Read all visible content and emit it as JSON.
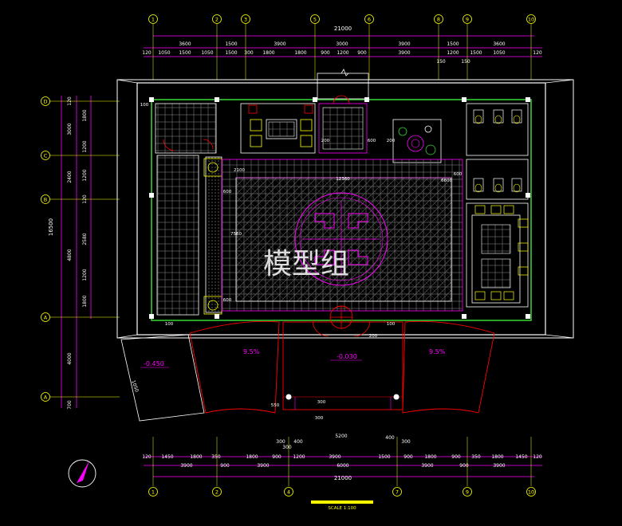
{
  "grid_top": [
    "1",
    "2",
    "3",
    "5",
    "6",
    "8",
    "9",
    "10"
  ],
  "grid_bottom": [
    "1",
    "2",
    "4",
    "7",
    "9",
    "10"
  ],
  "grid_left": [
    "D",
    "C",
    "B",
    "A",
    "A"
  ],
  "top_total": "21000",
  "top_row1": [
    "3600",
    "1500",
    "3900",
    "3000",
    "3900",
    "1500",
    "3600"
  ],
  "top_row2": [
    "120",
    "1050",
    "1500",
    "1050",
    "1500",
    "300",
    "1800",
    "1800",
    "900",
    "1200",
    "900",
    "3900",
    "1200",
    "1500",
    "1050",
    "120"
  ],
  "top_row2_extra": [
    "150",
    "150"
  ],
  "bottom_total": "21000",
  "bottom_row1": [
    "120",
    "1450",
    "1800",
    "350",
    "1800",
    "900",
    "1200",
    "3900",
    "1500",
    "900",
    "1800",
    "900",
    "350",
    "1800",
    "1450",
    "120"
  ],
  "bottom_row2": [
    "3900",
    "900",
    "3900",
    "6000",
    "3900",
    "900",
    "3900"
  ],
  "entrance_dims": [
    "300",
    "400",
    "300",
    "5200",
    "400",
    "300"
  ],
  "left_total": "16500",
  "left_outer": [
    "120",
    "3000",
    "2400",
    "4800",
    "4000",
    "700"
  ],
  "left_inner": [
    "1800",
    "1200",
    "1200",
    "2580",
    "1200",
    "1800",
    "120"
  ],
  "interior_dims": [
    "100",
    "600",
    "600",
    "12360",
    "6600",
    "600",
    "200",
    "600",
    "100",
    "100",
    "200",
    "550",
    "300",
    "300",
    "2100",
    "7560",
    "200"
  ],
  "slopes": [
    "9.5%",
    "9.5%"
  ],
  "levels": [
    "-0.450",
    "-0.030"
  ],
  "ramp_dim": "1050",
  "watermark": "模型组",
  "scale_label": "SCALE 1:100",
  "colors": {
    "bg": "#000000",
    "wall": "#ffffff",
    "grid": "#ffff00",
    "dim": "#ff00ff",
    "green": "#33cc33",
    "red": "#ff0000",
    "cyan": "#00ffff",
    "tile": "#7a7a7a"
  }
}
